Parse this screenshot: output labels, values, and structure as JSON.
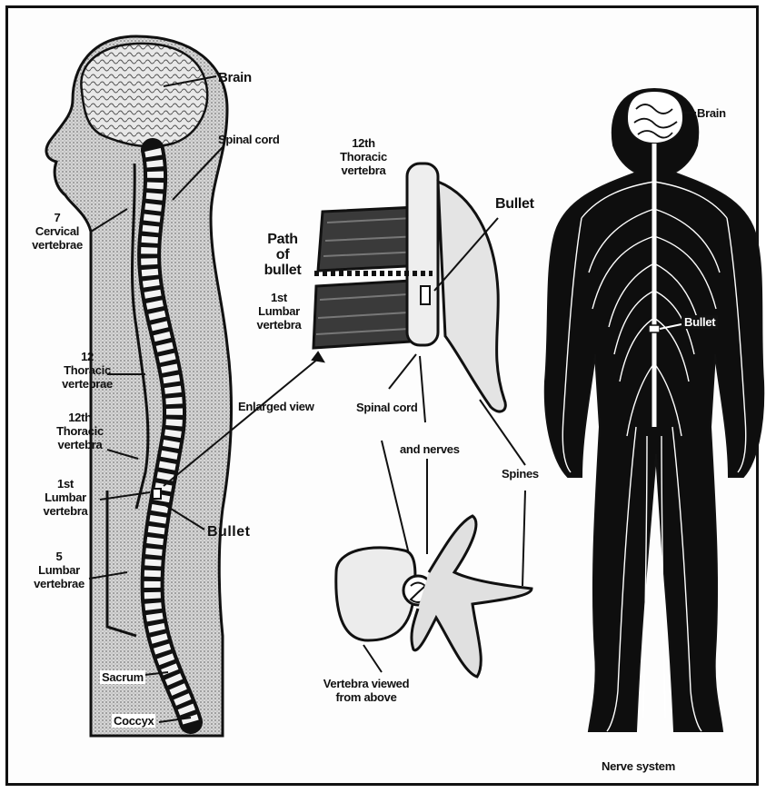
{
  "labels": {
    "brain_left": "Brain",
    "spinal_cord_top": "Spinal cord",
    "cervical": [
      "7",
      "Cervical",
      "vertebrae"
    ],
    "thoracic_12": [
      "12",
      "Thoracic",
      "vertebrae"
    ],
    "thoracic_12th_left": [
      "12th",
      "Thoracic",
      "vertebra"
    ],
    "lumbar_1st_left": [
      "1st",
      "Lumbar",
      "vertebra"
    ],
    "lumbar_5": [
      "5",
      "Lumbar",
      "vertebrae"
    ],
    "sacrum": "Sacrum",
    "coccyx": "Coccyx",
    "bullet_left": "Bullet",
    "enlarged_view": "Enlarged view",
    "thoracic_12th_mid": [
      "12th",
      "Thoracic",
      "vertebra"
    ],
    "path_of_bullet": [
      "Path",
      "of",
      "bullet"
    ],
    "lumbar_1st_mid": [
      "1st",
      "Lumbar",
      "vertebra"
    ],
    "bullet_mid": "Bullet",
    "spinal_cord_mid": "Spinal cord",
    "and_nerves": "and nerves",
    "spines": "Spines",
    "vertebra_above": [
      "Vertebra viewed",
      "from above"
    ],
    "brain_right": "Brain",
    "bullet_right": "Bullet",
    "nerve_system": "Nerve system"
  },
  "colors": {
    "ink": "#111111",
    "stipple": "#b9b9b9",
    "paper": "#fdfdfd"
  }
}
